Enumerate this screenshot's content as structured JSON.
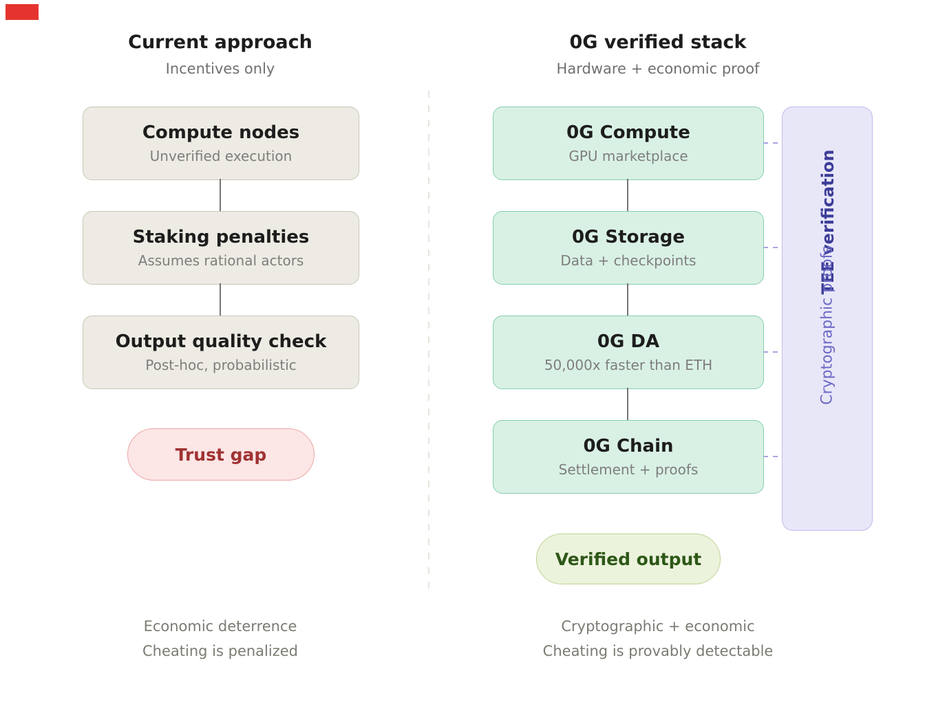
{
  "left": {
    "title": "Current approach",
    "subtitle": "Incentives only",
    "boxes": [
      {
        "title": "Compute nodes",
        "subtitle": "Unverified execution"
      },
      {
        "title": "Staking penalties",
        "subtitle": "Assumes rational actors"
      },
      {
        "title": "Output quality check",
        "subtitle": "Post-hoc, probabilistic"
      }
    ],
    "pill": "Trust gap",
    "caption_line1": "Economic deterrence",
    "caption_line2": "Cheating is penalized"
  },
  "right": {
    "title": "0G verified stack",
    "subtitle": "Hardware + economic proof",
    "boxes": [
      {
        "title": "0G Compute",
        "subtitle": "GPU marketplace"
      },
      {
        "title": "0G Storage",
        "subtitle": "Data + checkpoints"
      },
      {
        "title": "0G DA",
        "subtitle": "50,000x faster than ETH"
      },
      {
        "title": "0G Chain",
        "subtitle": "Settlement + proofs"
      }
    ],
    "pill": "Verified output",
    "caption_line1": "Cryptographic + economic",
    "caption_line2": "Cheating is provably detectable"
  },
  "sidebar": {
    "label_bold": "TEE verification",
    "label_light": "Cryptographic proofs"
  },
  "colors": {
    "corner_marker": "#e5342f",
    "left_box_fill": "#edebe3",
    "left_box_border": "#c9c6ba",
    "right_box_fill": "#d9f1e4",
    "right_box_border": "#85cfad",
    "sidebar_fill": "#e8e7f8",
    "sidebar_border": "#bfbbec",
    "sidebar_text_bold": "#3d3d99",
    "sidebar_text_light": "#6d6ac5",
    "trust_pill_fill": "#fce6e6",
    "trust_pill_text": "#a03232",
    "verified_pill_fill": "#ecf3dc",
    "verified_pill_text": "#2d5717",
    "connector_gray": "#757575",
    "connector_dashed_purple": "#a8a3e2",
    "divider_dashed": "#e7e5dc"
  }
}
